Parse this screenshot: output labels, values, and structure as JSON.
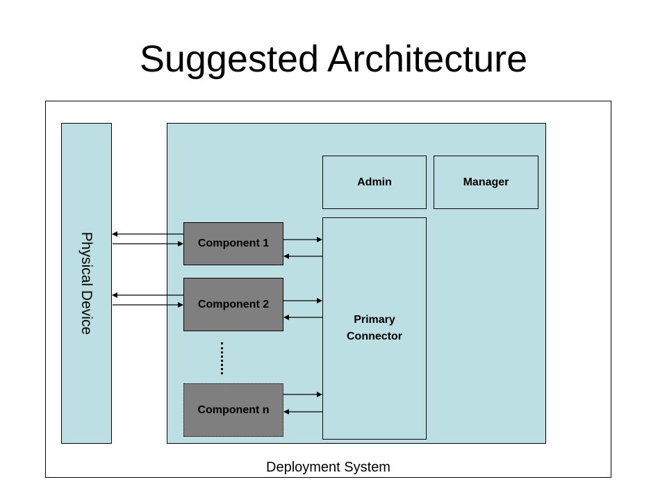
{
  "slide": {
    "title": "Suggested Architecture"
  },
  "diagram": {
    "deployment_system_label": "Deployment System",
    "physical_device_label": "Physical Device",
    "admin_label": "Admin",
    "manager_label": "Manager",
    "primary_connector_label": "Primary\nConnector",
    "components": [
      {
        "label": "Component 1"
      },
      {
        "label": "Component 2"
      },
      {
        "label": "Component n"
      }
    ],
    "colors": {
      "panel_fill": "#bcdfe3",
      "component_fill": "#7f7f7f",
      "stroke": "#000000"
    }
  }
}
